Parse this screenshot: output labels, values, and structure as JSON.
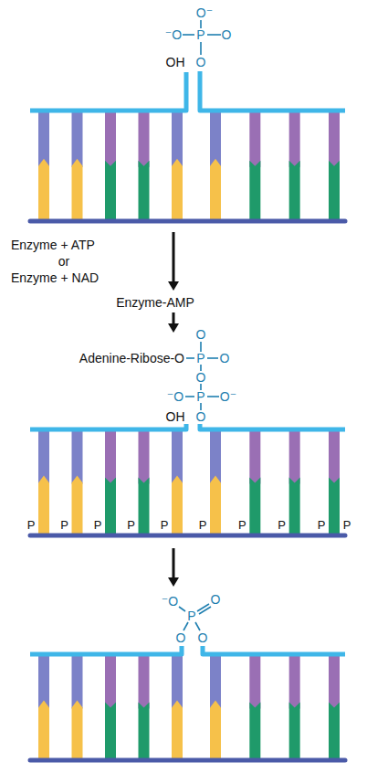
{
  "diagram": {
    "labels": [
      "O⁻",
      "⁻O",
      "P",
      "O",
      "OH",
      "O",
      "Enzyme + ATP",
      "or",
      "Enzyme + NAD",
      "Enzyme-AMP",
      "O",
      "Adenine-Ribose-O",
      "P",
      "O",
      "O",
      "⁻O",
      "P",
      "O⁻",
      "OH",
      "O",
      "P",
      "P",
      "P",
      "P",
      "P",
      "P",
      "P",
      "P",
      "P",
      "P",
      "⁻O",
      "P",
      "O",
      "O",
      "O"
    ]
  }
}
